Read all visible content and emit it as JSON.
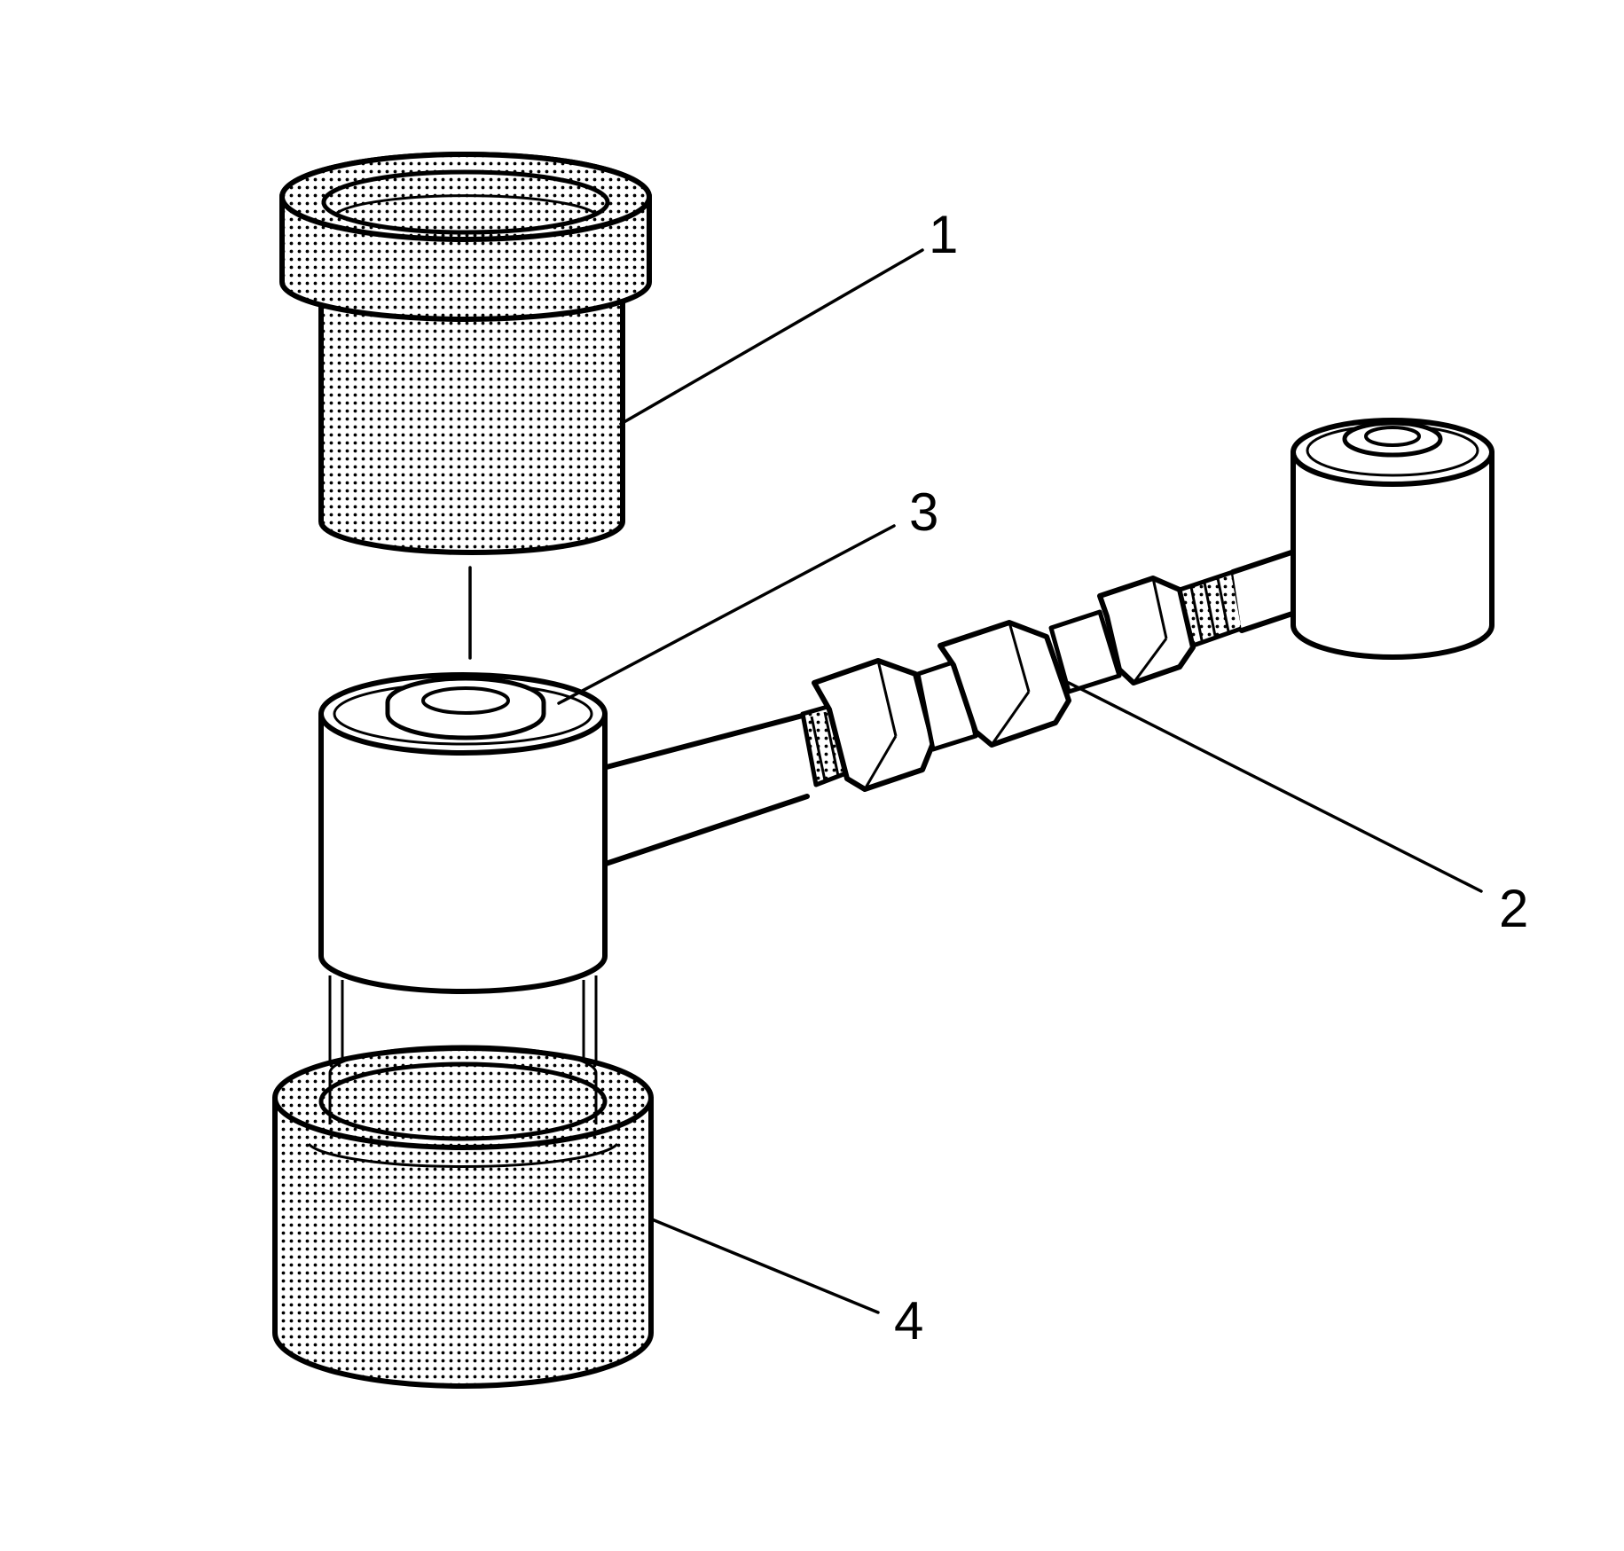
{
  "callouts": [
    {
      "id": "1",
      "label": "1"
    },
    {
      "id": "2",
      "label": "2"
    },
    {
      "id": "3",
      "label": "3"
    },
    {
      "id": "4",
      "label": "4"
    }
  ],
  "colors": {
    "line": "#000000",
    "background": "#ffffff",
    "stipple": "#000000"
  }
}
